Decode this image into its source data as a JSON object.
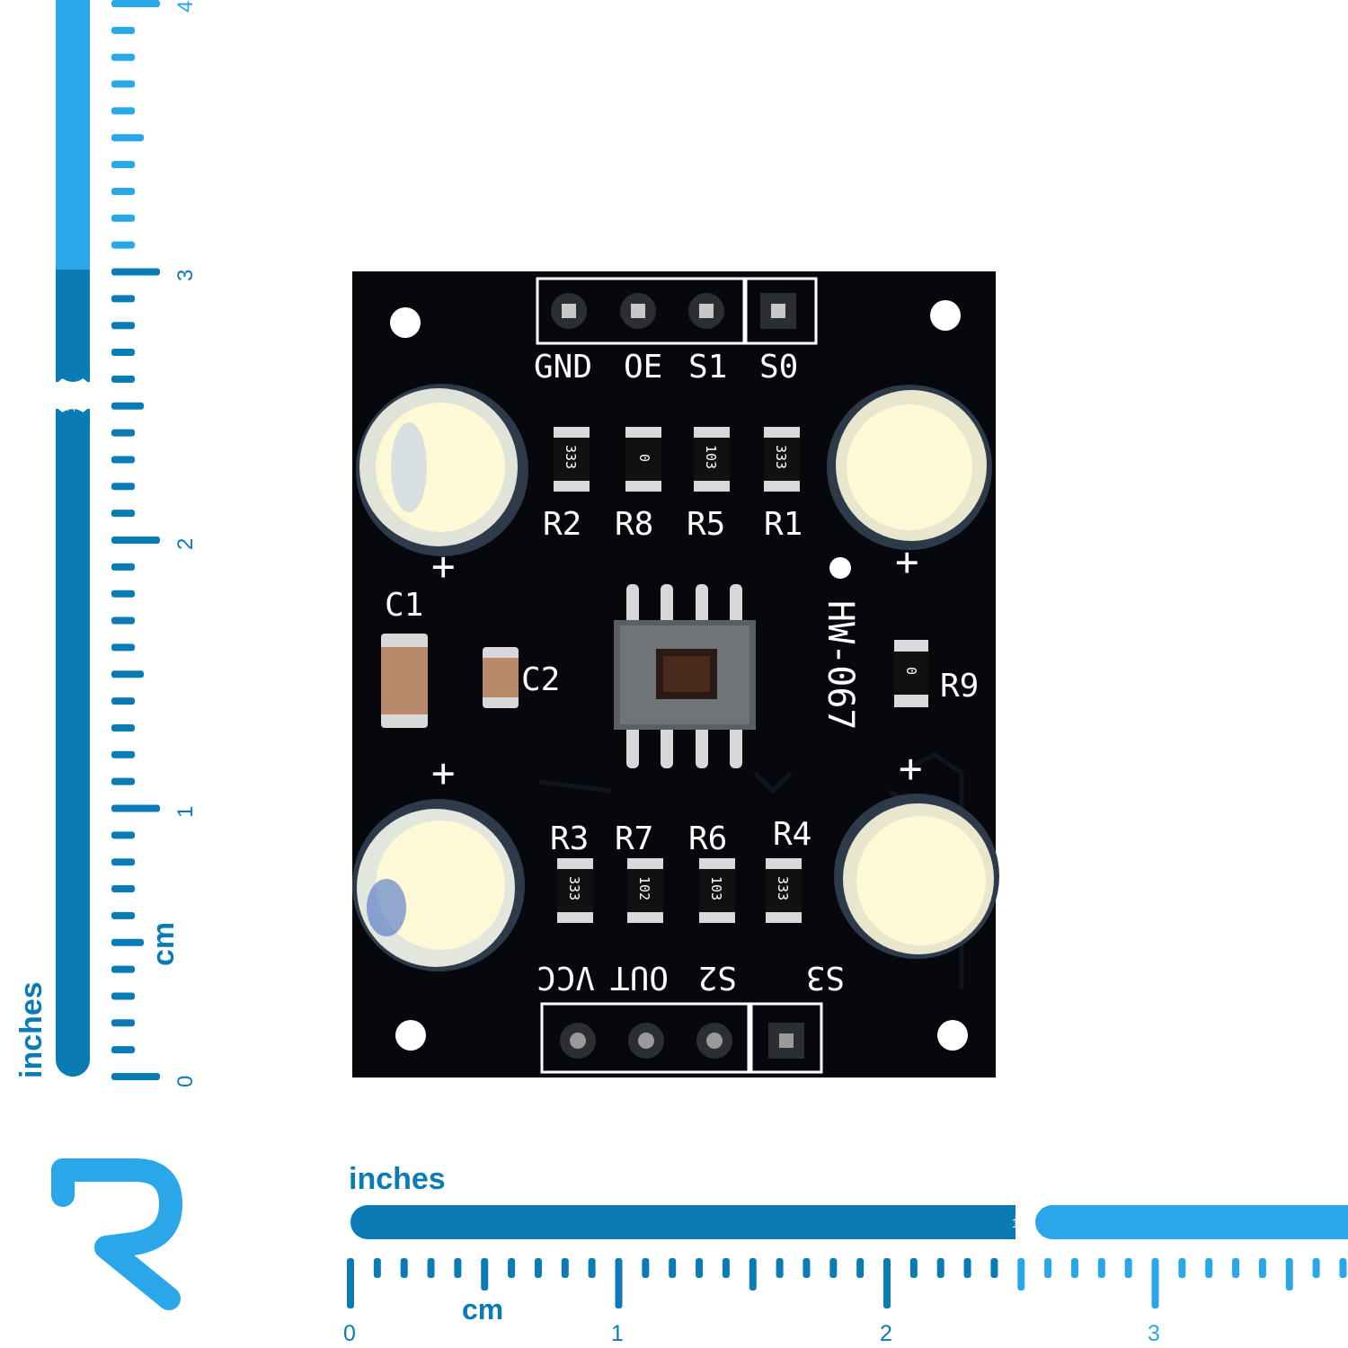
{
  "colors": {
    "ruler_dark": "#0a7bb5",
    "ruler_light": "#2aa7e8",
    "pcb": "#06080d",
    "silkscreen": "#ffffff",
    "led_lens": "#fdf9d6",
    "pad": "#cfcfcf"
  },
  "vertical_ruler": {
    "units_label": "inches",
    "cm_label": "cm",
    "inch_number": "1",
    "cm_numbers": [
      "0",
      "1",
      "2",
      "3",
      "4"
    ]
  },
  "horizontal_ruler": {
    "units_label": "inches",
    "cm_label": "cm",
    "inch_number": "1",
    "cm_numbers": [
      "0",
      "1",
      "2",
      "3"
    ]
  },
  "logo": {
    "icon": "r-logo-icon"
  },
  "board": {
    "model": "HW-067",
    "top_pins": [
      "GND",
      "OE",
      "S1",
      "S0"
    ],
    "bottom_pins": [
      "VCC",
      "OUT",
      "S2",
      "S3"
    ],
    "top_resistors": [
      {
        "ref": "R2",
        "code": "333"
      },
      {
        "ref": "R8",
        "code": "0"
      },
      {
        "ref": "R5",
        "code": "103"
      },
      {
        "ref": "R1",
        "code": "333"
      }
    ],
    "bottom_resistors": [
      {
        "ref": "R3",
        "code": "333"
      },
      {
        "ref": "R7",
        "code": "102"
      },
      {
        "ref": "R6",
        "code": "103"
      },
      {
        "ref": "R4",
        "code": "333"
      }
    ],
    "capacitors": [
      "C1",
      "C2"
    ],
    "side_resistor": {
      "ref": "R9",
      "code": "0"
    },
    "plus_sign": "+"
  }
}
